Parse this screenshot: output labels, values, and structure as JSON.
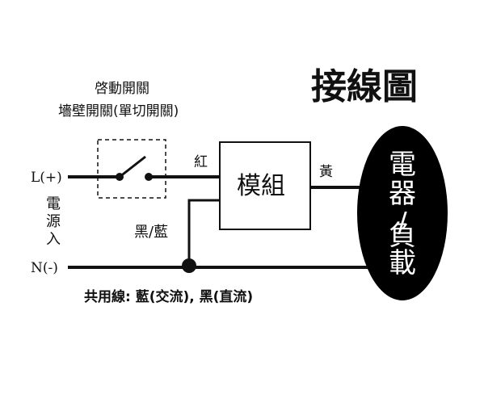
{
  "title": "接線圖",
  "switch_label": {
    "line1": "啓動開關",
    "line2": "墻壁開關(單切開關)"
  },
  "terminals": {
    "live": "L(+)",
    "neutral": "N(-)"
  },
  "power_input": [
    "電",
    "源",
    "入"
  ],
  "wire_labels": {
    "red": "紅",
    "yellow": "黃",
    "black_blue": "黑/藍"
  },
  "module_label": "模組",
  "load_label": [
    "電",
    "器",
    "/",
    "負",
    "載"
  ],
  "common_wire_note": "共用線: 藍(交流), 黑(直流)",
  "colors": {
    "wire": "#111111",
    "load_fill": "#000000",
    "load_text": "#ffffff",
    "background": "#ffffff"
  }
}
